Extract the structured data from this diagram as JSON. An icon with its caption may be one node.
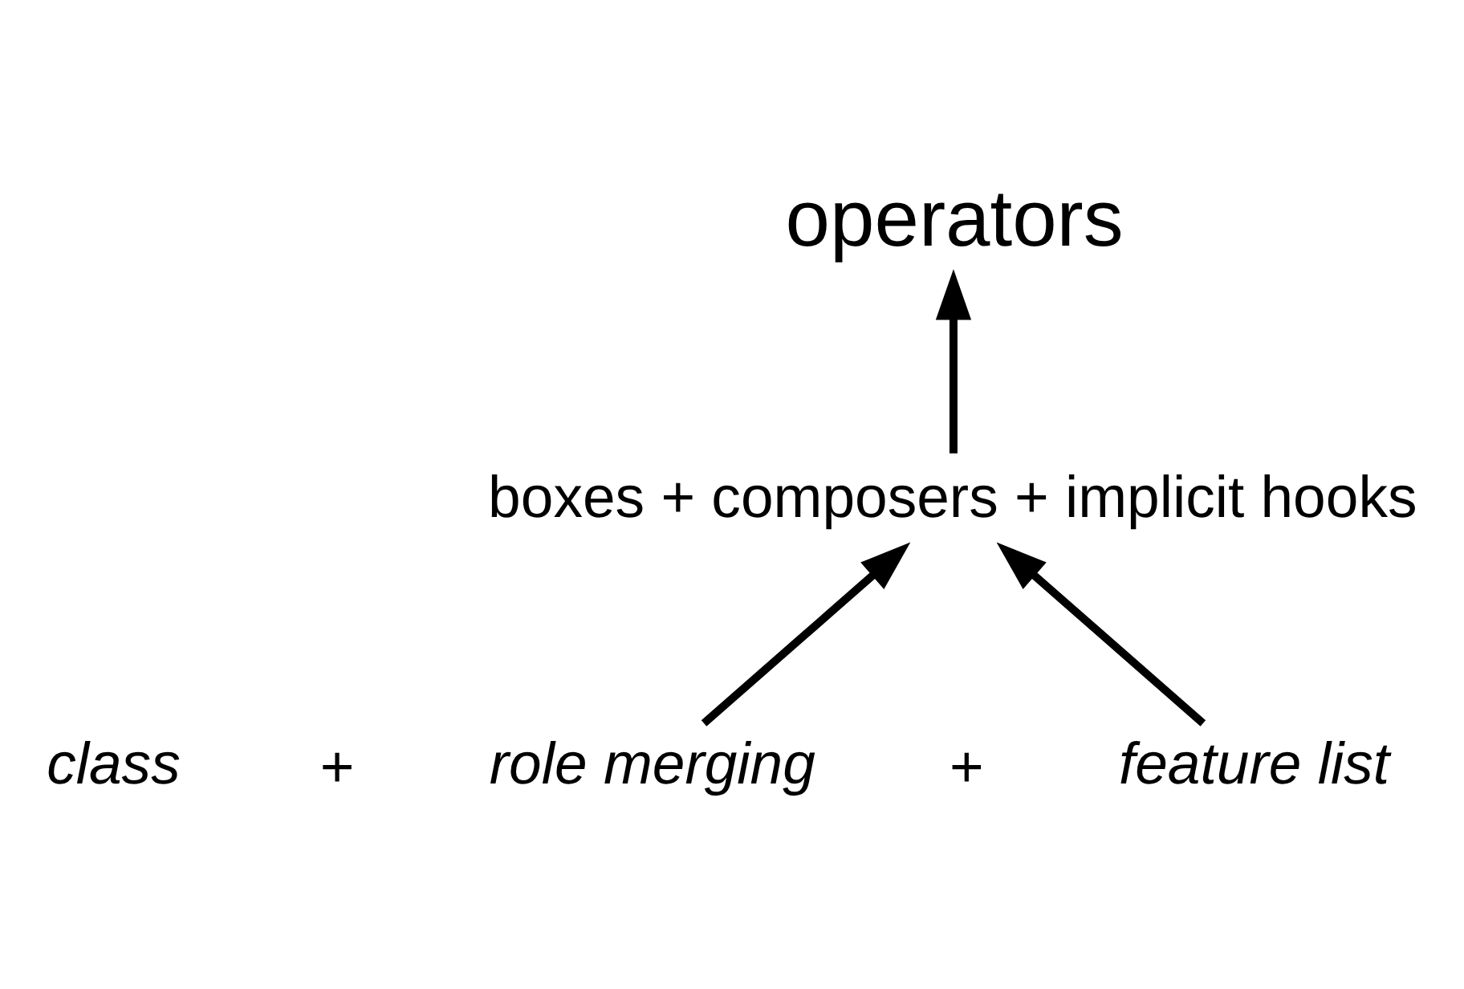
{
  "diagram": {
    "nodes": [
      {
        "text": [
          "operators"
        ]
      },
      {
        "text": [
          "boxes + composers + implicit hooks"
        ]
      },
      {
        "text": [
          "class"
        ]
      },
      {
        "text": [
          "role merging"
        ]
      },
      {
        "text": [
          "feature list"
        ]
      }
    ],
    "edges": [
      {
        "from": 1,
        "to": 0,
        "arrow": "to"
      },
      {
        "from": 3,
        "to": 1,
        "arrow": "to"
      },
      {
        "from": 4,
        "to": 1,
        "arrow": "to"
      }
    ],
    "labels": [
      "+",
      "+"
    ]
  }
}
